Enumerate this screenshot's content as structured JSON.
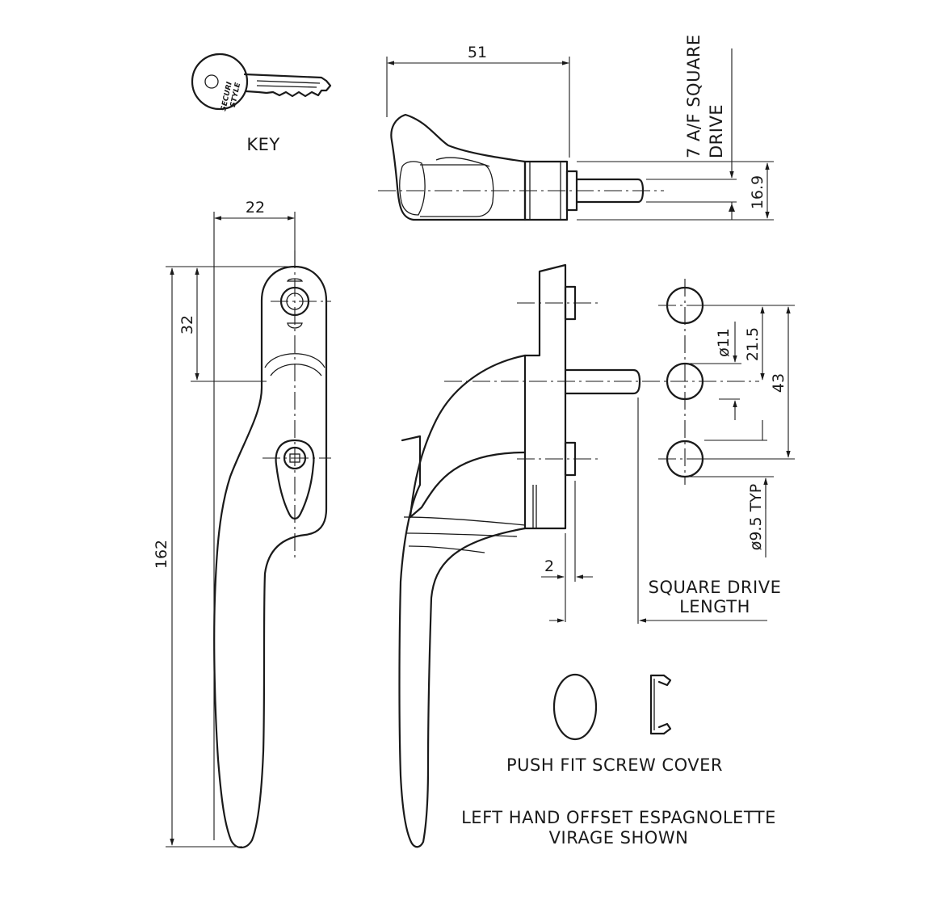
{
  "labels": {
    "key": "KEY",
    "key_brand_line1": "SECURI",
    "key_brand_line2": "STYLE",
    "square_drive_line1": "7 A/F SQUARE",
    "square_drive_line2": "DRIVE",
    "square_drive_length_line1": "SQUARE DRIVE",
    "square_drive_length_line2": "LENGTH",
    "screw_cover": "PUSH FIT SCREW COVER",
    "caption_line1": "LEFT HAND OFFSET ESPAGNOLETTE",
    "caption_line2": "VIRAGE SHOWN"
  },
  "dimensions": {
    "d51": "51",
    "d16_9": "16.9",
    "d22": "22",
    "d32": "32",
    "d162": "162",
    "d11": "ø11",
    "d21_5": "21.5",
    "d43": "43",
    "d9_5": "ø9.5 TYP",
    "d2": "2"
  }
}
